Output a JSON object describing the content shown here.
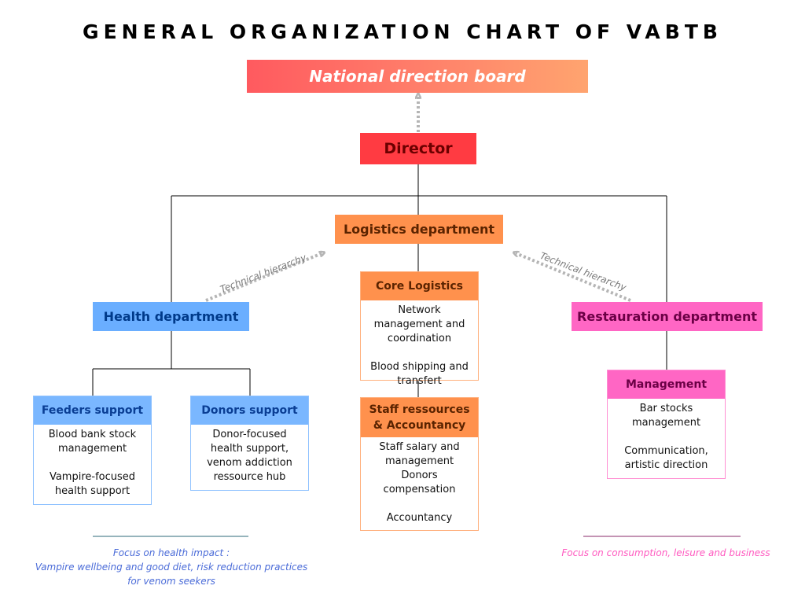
{
  "title": "GENERAL ORGANIZATION CHART OF VABTB",
  "board": "National direction board",
  "director": "Director",
  "logistics": "Logistics department",
  "health": "Health department",
  "restauration": "Restauration department",
  "technical_hierarchy": "Technical hierarchy",
  "core_logistics": {
    "head": "Core Logistics",
    "body": [
      "Network management and coordination",
      "Blood shipping and transfert"
    ]
  },
  "staff": {
    "head": "Staff ressources & Accountancy",
    "body": [
      "Staff salary and management",
      "Donors compensation",
      "Accountancy"
    ]
  },
  "feeders": {
    "head": "Feeders support",
    "body": [
      "Blood bank stock management",
      "Vampire-focused health support"
    ]
  },
  "donors": {
    "head": "Donors support",
    "body": [
      "Donor-focused health support, venom addiction ressource hub"
    ]
  },
  "management": {
    "head": "Management",
    "body": [
      "Bar stocks management",
      "Communication, artistic direction"
    ]
  },
  "focus_health": [
    "Focus on health impact :",
    "Vampire wellbeing and good diet, risk reduction practices",
    "for venom seekers"
  ],
  "focus_resto": "Focus on consumption, leisure and business",
  "colors": {
    "red": "#ff3b42",
    "orange": "#ff914d",
    "blue": "#6aaeff",
    "pink": "#ff66c4",
    "arrow": "#b5b5b5"
  }
}
